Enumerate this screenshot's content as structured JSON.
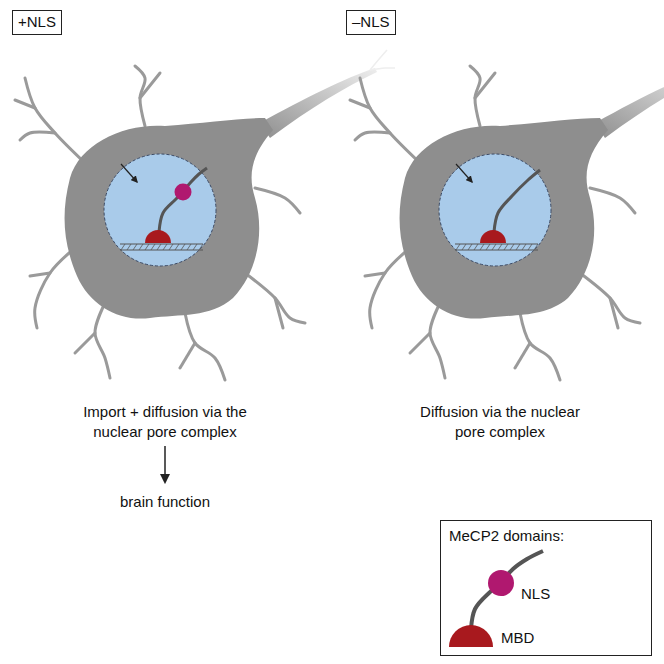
{
  "diagram": {
    "nodes": [
      {
        "text": [
          "+NLS"
        ]
      },
      {
        "text": [
          "–NLS"
        ]
      },
      {
        "text": [
          "MeCP2 domains:"
        ]
      }
    ],
    "labels": [
      "Import + diffusion via the nuclear pore complex",
      "Diffusion via the nuclear pore complex",
      "brain function"
    ],
    "legend": [
      {
        "text": "NLS",
        "color": "#b0186f"
      },
      {
        "text": "MBD",
        "color": "#a8191e"
      }
    ]
  }
}
